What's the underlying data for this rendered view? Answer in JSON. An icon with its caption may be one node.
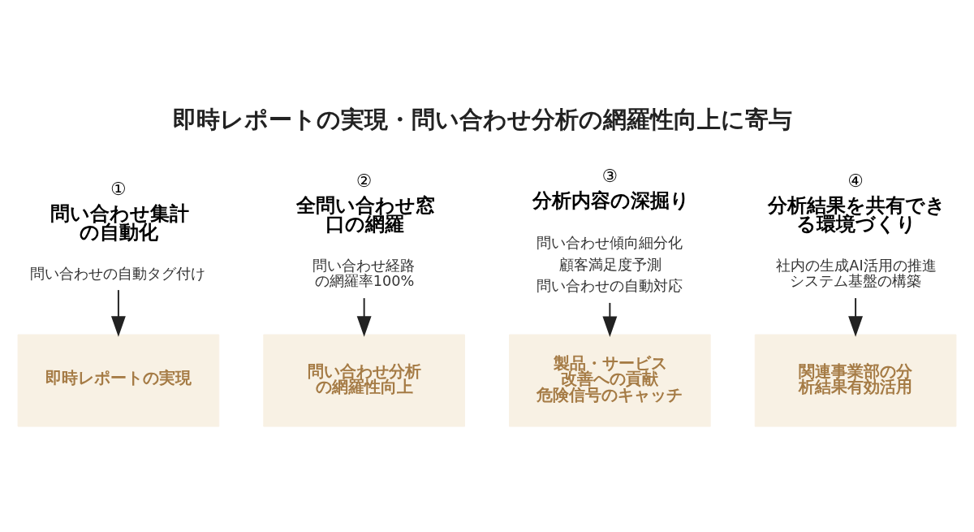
{
  "diagram": {
    "title": "即時レポートの実現・問い合わせ分析の網羅性向上に寄与",
    "nodes": [
      {
        "text": [
          "①",
          "問い合わせ集計の自動化",
          "問い合わせの自動タグ付け"
        ]
      },
      {
        "text": [
          "②",
          "全問い合わせ窓口の網羅",
          "問い合わせ経路の網羅率100%"
        ]
      },
      {
        "text": [
          "③",
          "分析内容の深掘り",
          "問い合わせ傾向細分化",
          "顧客満足度予測",
          "問い合わせの自動対応"
        ]
      },
      {
        "text": [
          "④",
          "分析結果を共有できる環境づくり",
          "社内の生成AI活用の推進システム基盤の構築"
        ]
      },
      {
        "text": [
          "即時レポートの実現"
        ]
      },
      {
        "text": [
          "問い合わせ分析の網羅性向上"
        ]
      },
      {
        "text": [
          "製品・サービス改善への貢献",
          "危険信号のキャッチ"
        ]
      },
      {
        "text": [
          "関連事業部の分析結果有効活用"
        ]
      }
    ],
    "edges": [
      {
        "from": 0,
        "to": 4,
        "arrow": "to"
      },
      {
        "from": 1,
        "to": 5,
        "arrow": "to"
      },
      {
        "from": 2,
        "to": 6,
        "arrow": "to"
      },
      {
        "from": 3,
        "to": 7,
        "arrow": "to"
      }
    ]
  }
}
